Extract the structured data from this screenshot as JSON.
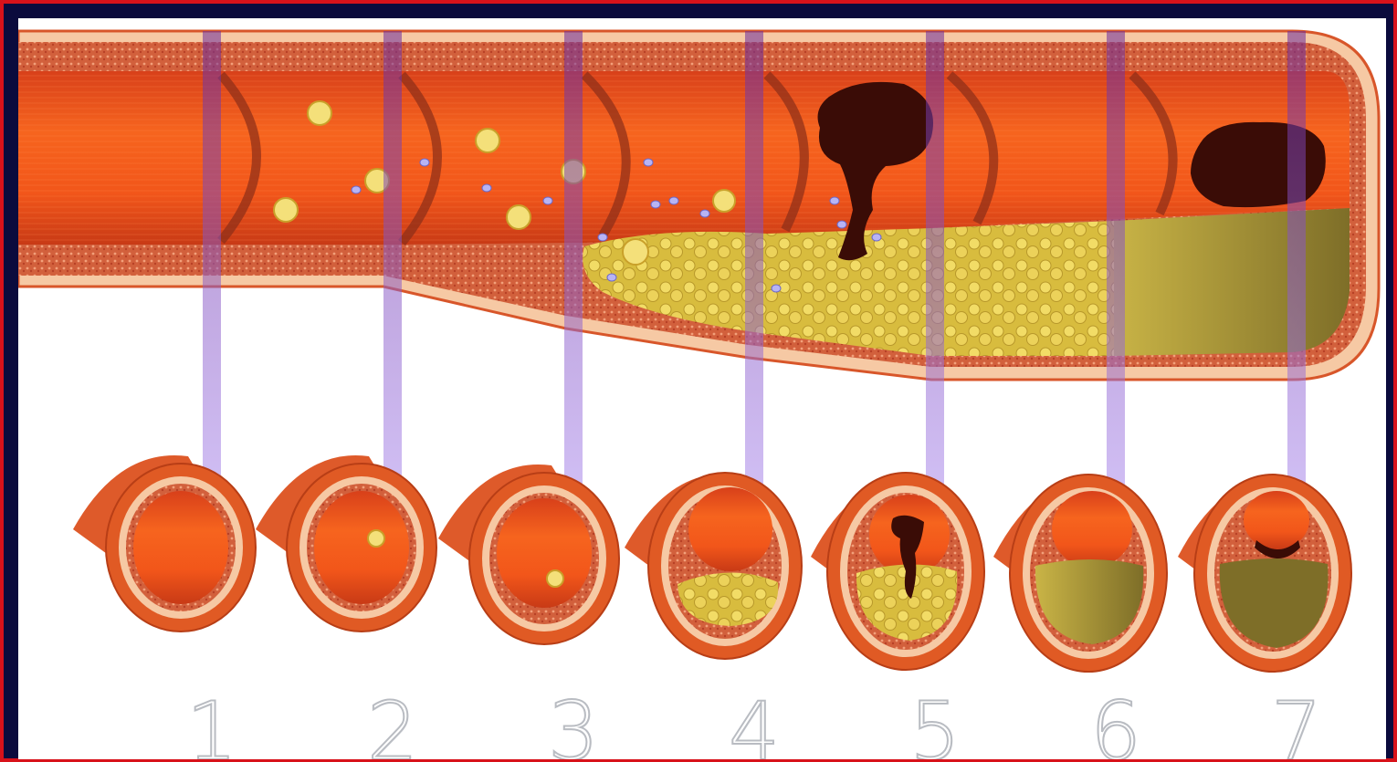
{
  "figure": {
    "subject": "atherosclerosis-progression",
    "border_color": "#d8121a",
    "frame_color": "#0b0b3d",
    "colors": {
      "vessel_wall": "#e45c22",
      "lumen": "#f0541c",
      "intima": "#c8503a",
      "adventitia": "#f6c9a4",
      "plaque": "#e4c646",
      "fibrous_plaque": "#a09030",
      "thrombus": "#3a0c06",
      "marker_line": "#8a58d8"
    }
  },
  "stages": [
    {
      "number": "1",
      "lesion": "normal"
    },
    {
      "number": "2",
      "lesion": "leukocyte-adhesion"
    },
    {
      "number": "3",
      "lesion": "leukocyte-migration"
    },
    {
      "number": "4",
      "lesion": "lipid-core"
    },
    {
      "number": "5",
      "lesion": "plaque-rupture-thrombus"
    },
    {
      "number": "6",
      "lesion": "fibrous-plaque"
    },
    {
      "number": "7",
      "lesion": "occlusive-thrombus"
    }
  ]
}
